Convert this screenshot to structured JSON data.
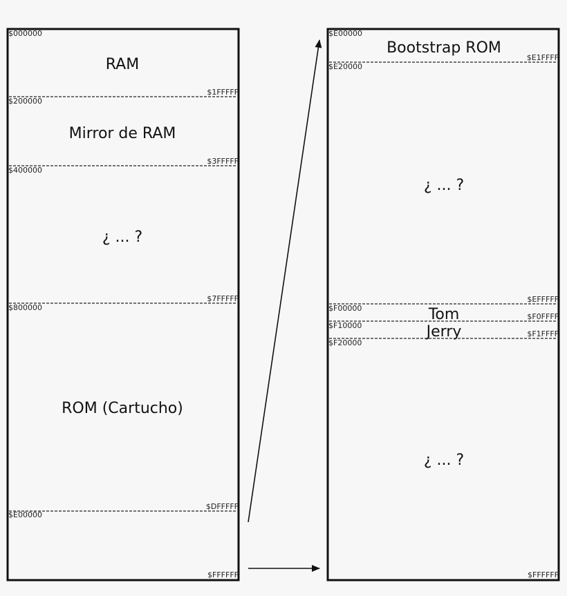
{
  "left_map": {
    "start_addr": "$000000",
    "end_addr": "$FFFFFF",
    "regions": [
      {
        "label": "RAM",
        "end": "$1FFFFF",
        "next_start": "$200000"
      },
      {
        "label": "Mirror de RAM",
        "end": "$3FFFFF",
        "next_start": "$400000"
      },
      {
        "label": "¿ ... ?",
        "end": "$7FFFFF",
        "next_start": "$800000"
      },
      {
        "label": "ROM (Cartucho)",
        "end": "$DFFFFF",
        "next_start": "$E00000"
      }
    ]
  },
  "right_map": {
    "start_addr": "$E00000",
    "end_addr": "$FFFFFF",
    "regions": [
      {
        "label": "Bootstrap ROM",
        "end": "$E1FFFF",
        "next_start": "$E20000"
      },
      {
        "label": "¿ ... ?",
        "end": "$EFFFFF",
        "next_start": "$F00000"
      },
      {
        "label": "Tom",
        "end": "$F0FFFF",
        "next_start": "$F10000"
      },
      {
        "label": "Jerry",
        "end": "$F1FFFF",
        "next_start": "$F20000"
      },
      {
        "label": "¿ ... ?"
      }
    ]
  }
}
